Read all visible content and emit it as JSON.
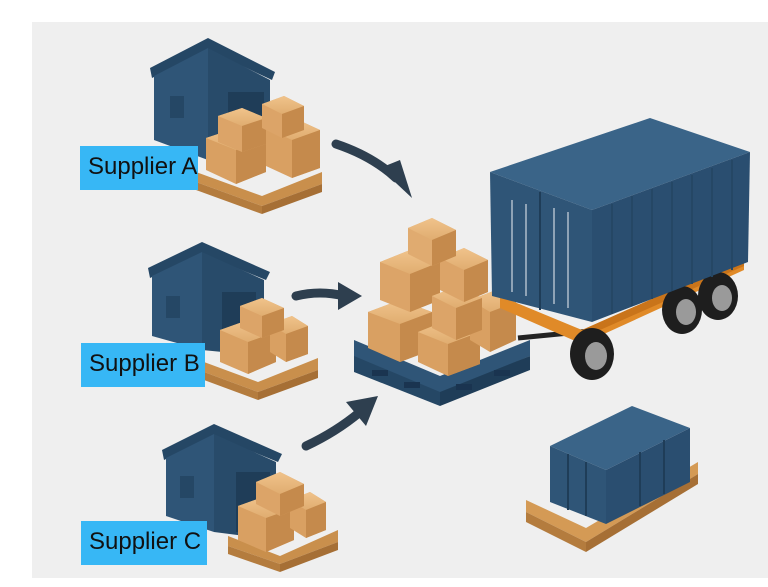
{
  "diagram": {
    "suppliers": [
      {
        "label": "Supplier A"
      },
      {
        "label": "Supplier B"
      },
      {
        "label": "Supplier C"
      }
    ],
    "colors": {
      "background": "#efefef",
      "label_bg": "#37b7f5",
      "warehouse": "#2f5577",
      "box": "#d9a062",
      "pallet": "#d49a55",
      "container": "#2f5577",
      "arrow": "#2e3f4f",
      "pallet_blue": "#2f5577"
    },
    "icons": [
      "warehouse-icon",
      "cardboard-box-icon",
      "pallet-icon",
      "shipping-container-icon",
      "truck-trailer-icon",
      "arrow-icon"
    ]
  }
}
